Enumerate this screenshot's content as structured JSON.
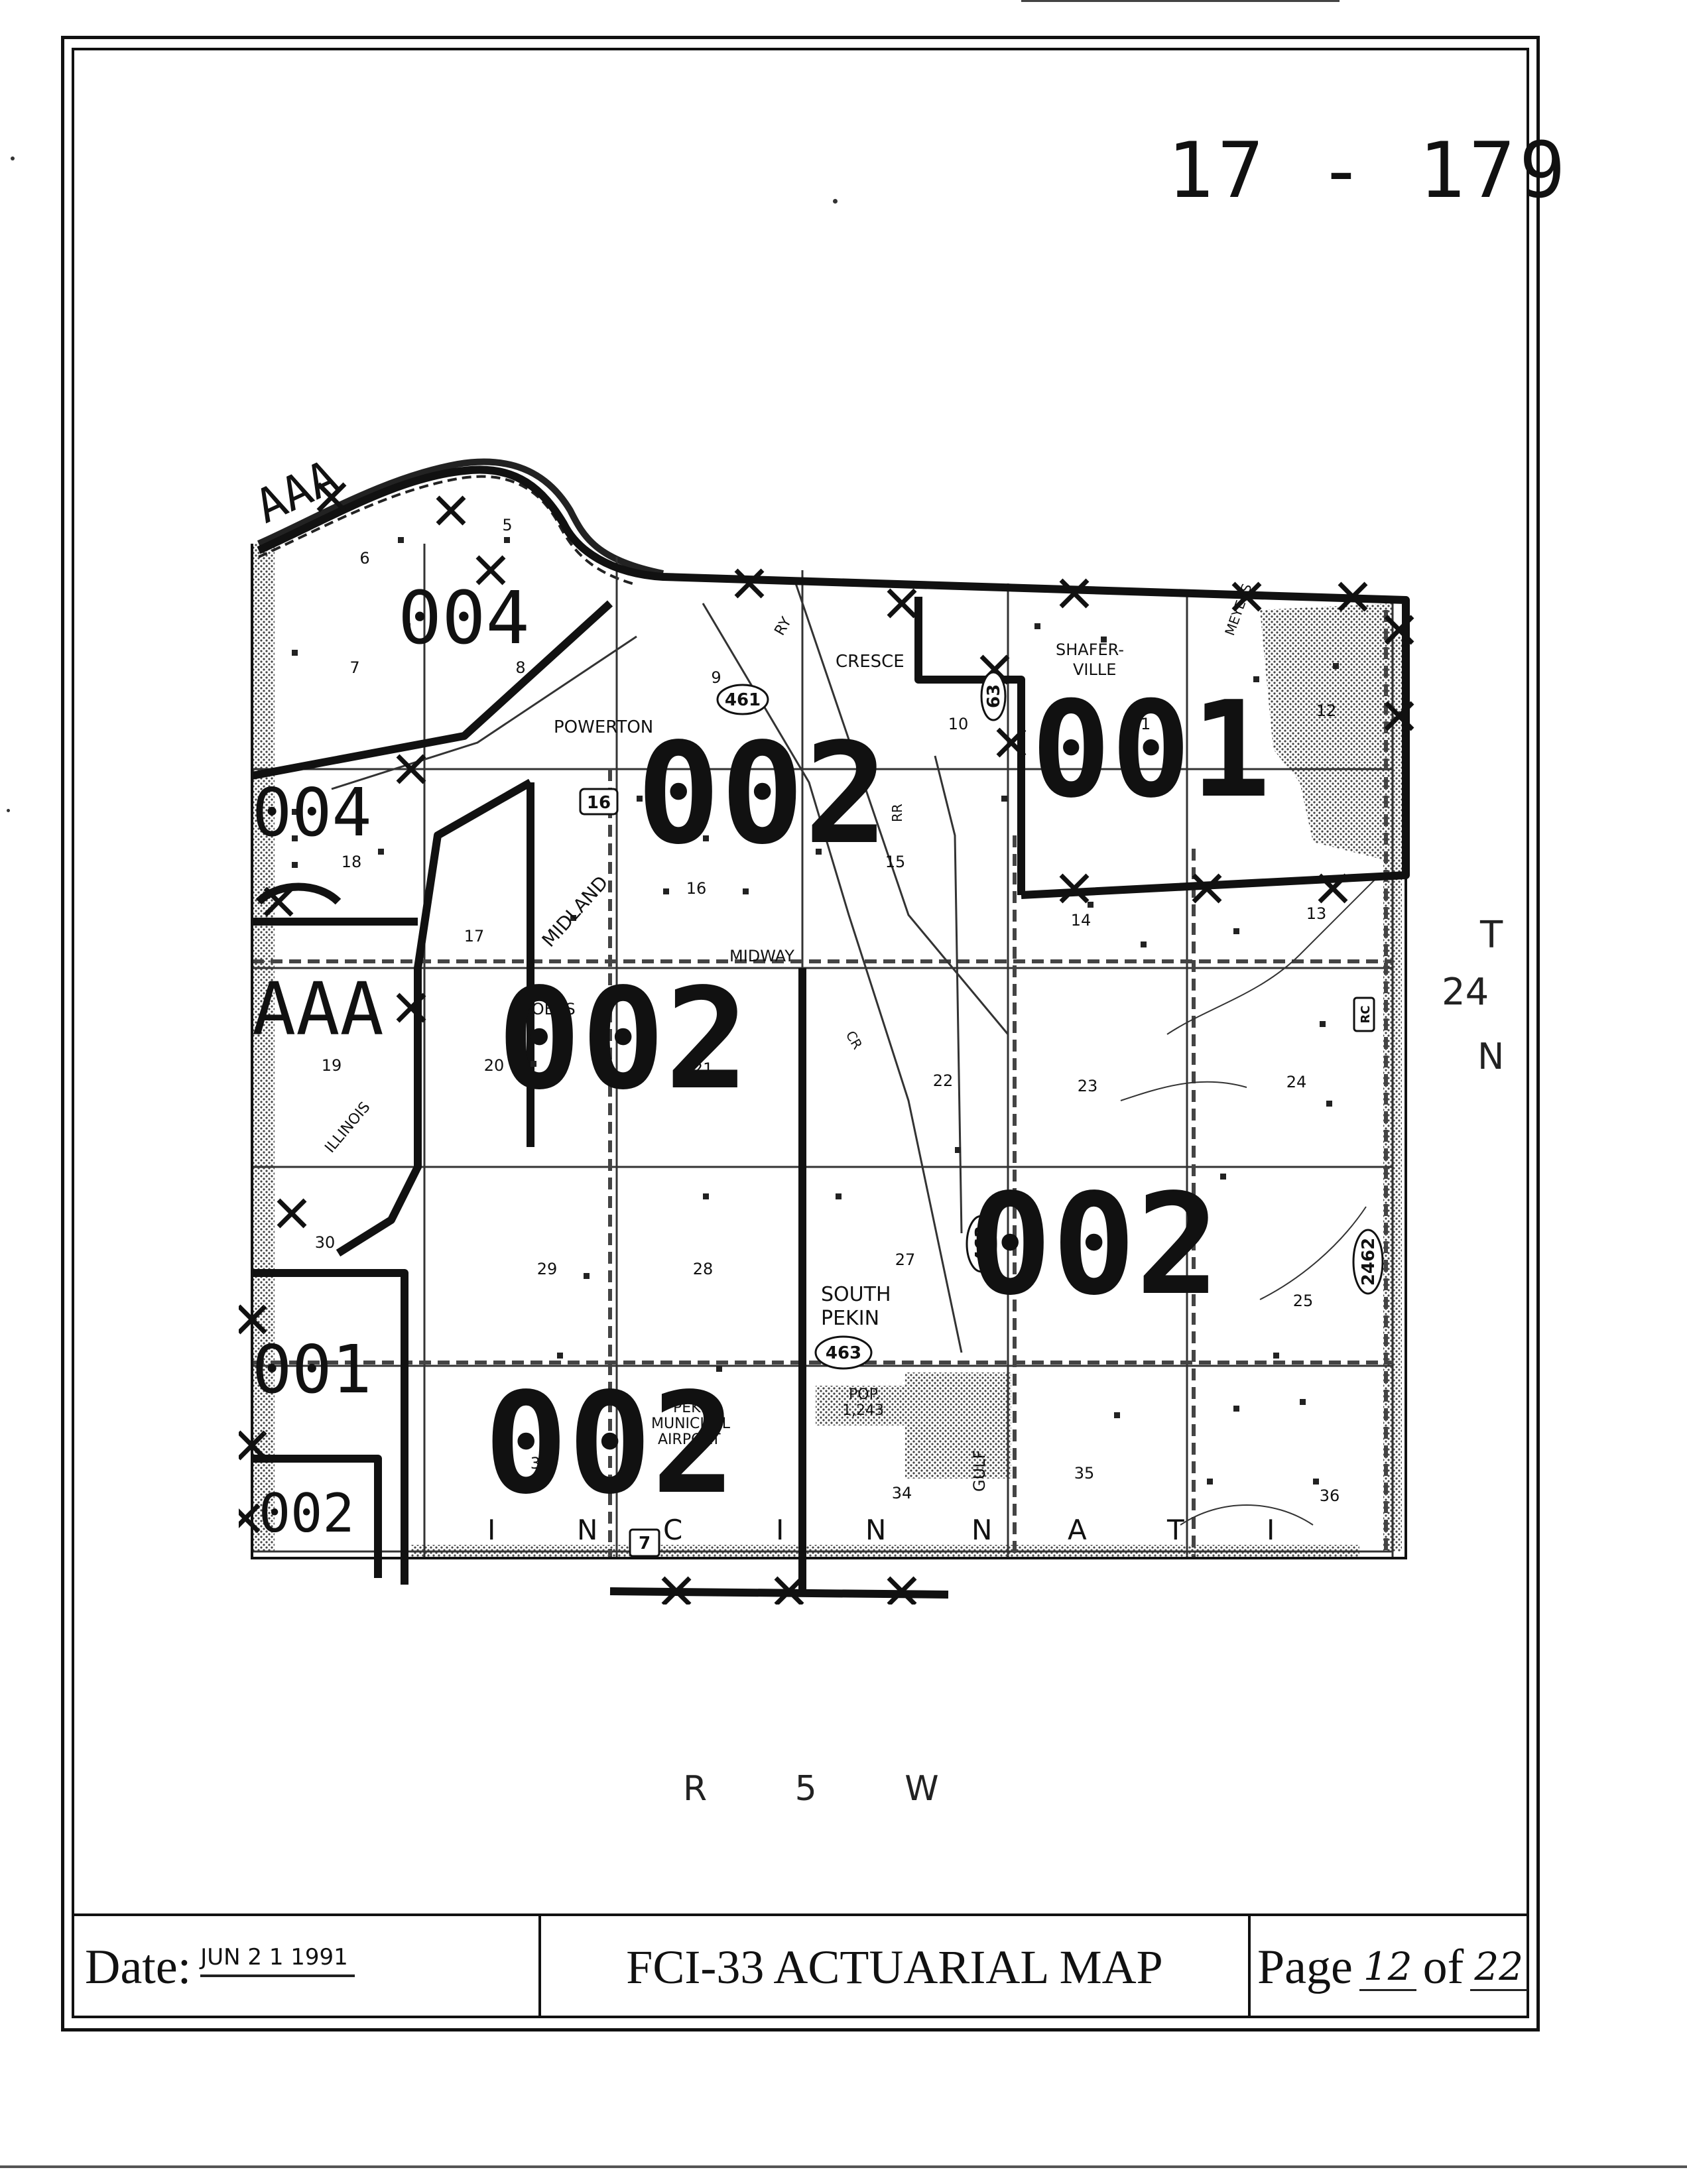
{
  "sheet": {
    "id": "17 - 179"
  },
  "map": {
    "township_label_t": "T",
    "township_label_num": "24",
    "township_label_n": "N",
    "range_label": "R 5 W",
    "zones": [
      "004",
      "004",
      "002",
      "002",
      "002",
      "001",
      "AAA",
      "AAA",
      "002",
      "001",
      "002"
    ],
    "places": [
      "POWERTON",
      "CRESCE",
      "SHAFER-",
      "VILLE",
      "MIDLAND",
      "MIDWAY",
      "SPOERS",
      "SOUTH",
      "PEKIN",
      "POP.",
      "1,243",
      "PEKIN",
      "MUNICIPAL",
      "AIRPORT",
      "ILLINOIS",
      "GULF",
      "RY",
      "RR",
      "MEYERS",
      "CR"
    ],
    "sections": [
      "5",
      "6",
      "7",
      "8",
      "9",
      "10",
      "11",
      "12",
      "13",
      "14",
      "15",
      "16",
      "17",
      "18",
      "19",
      "20",
      "21",
      "22",
      "23",
      "24",
      "25",
      "27",
      "28",
      "29",
      "30",
      "32",
      "34",
      "35",
      "36"
    ],
    "routes": [
      "461",
      "16",
      "463",
      "463",
      "2462",
      "7",
      "63",
      "RC"
    ],
    "cincinnati_letters": [
      "I",
      "N",
      "C",
      "I",
      "N",
      "N",
      "A",
      "T",
      "I"
    ]
  },
  "footer": {
    "date_label": "Date:",
    "date_value": "JUN 2 1 1991",
    "title": "FCI-33 ACTUARIAL MAP",
    "page_label": "Page",
    "page_number": "12",
    "page_of": "of",
    "page_total": "22"
  }
}
